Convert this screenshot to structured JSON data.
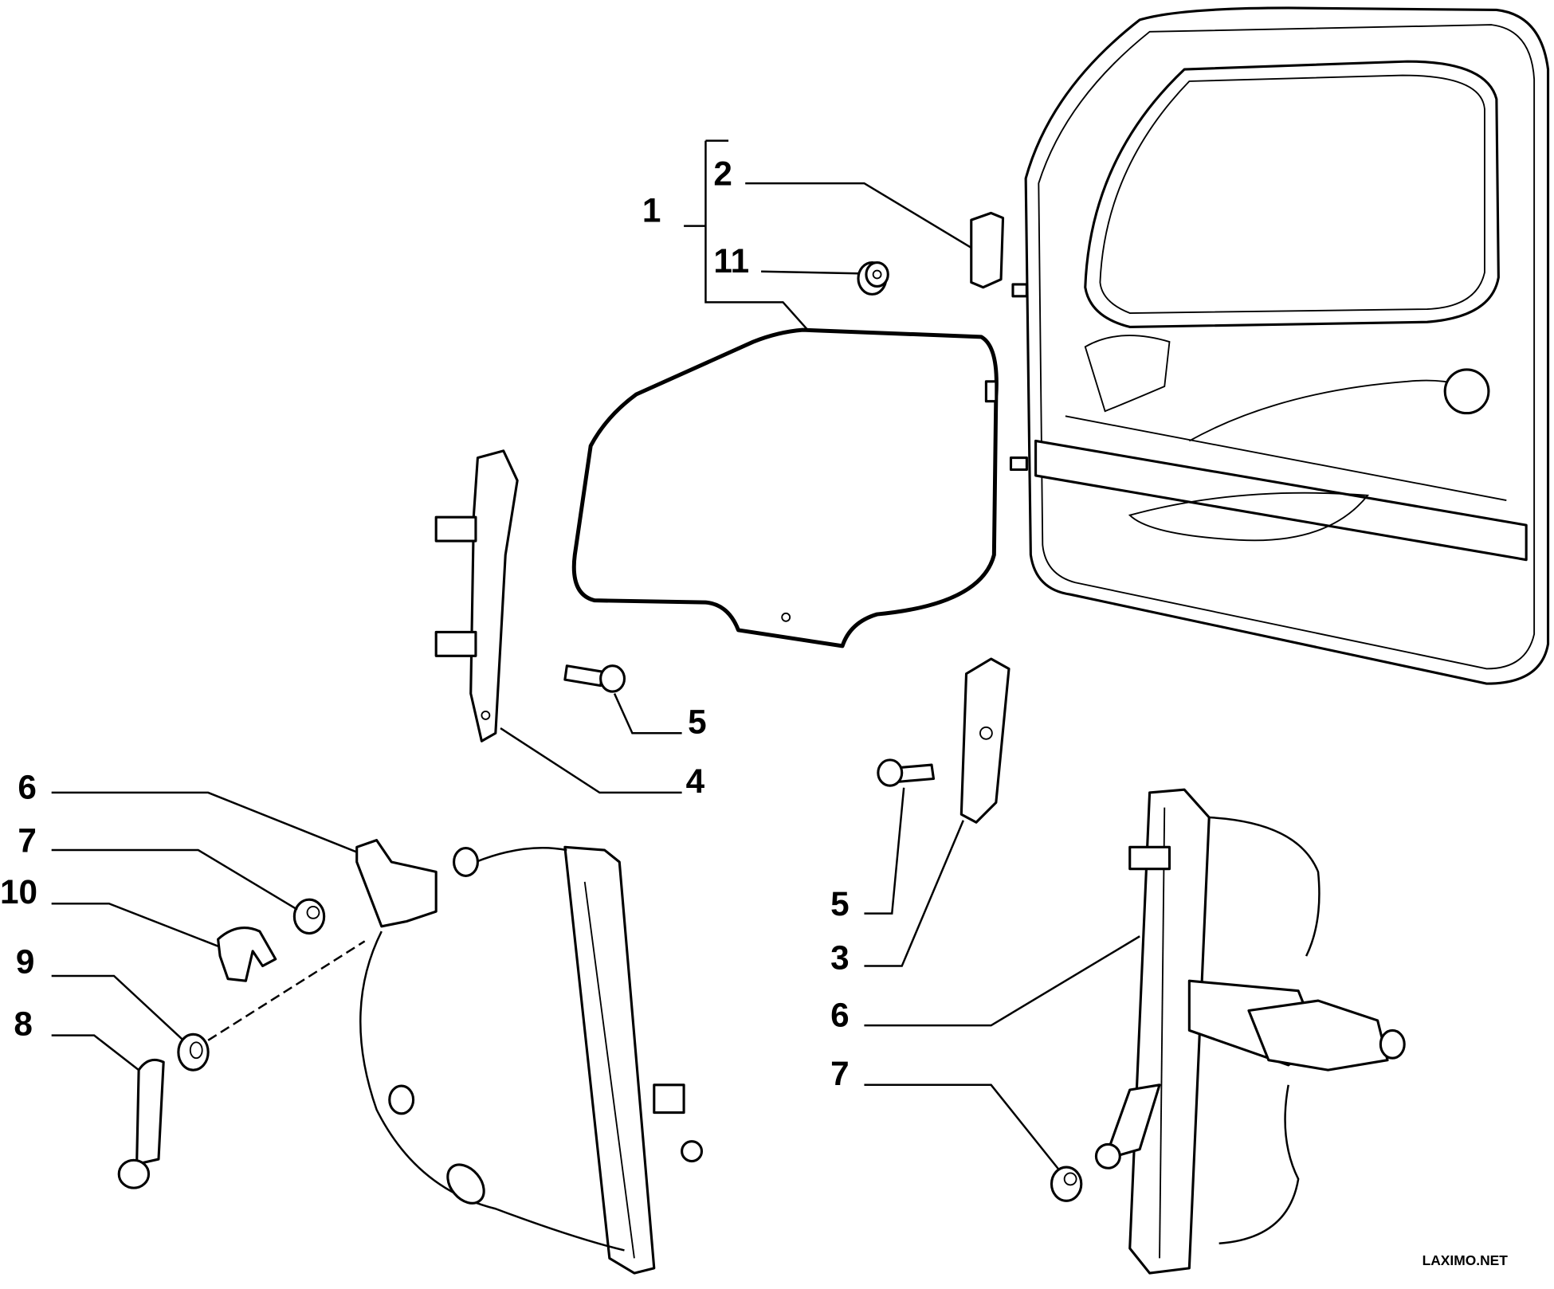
{
  "diagram": {
    "title": "Front door window glass and regulator",
    "callouts": {
      "glass_assembly": "1",
      "upper_clip": "2",
      "rear_guide_channel": "3",
      "front_guide_channel": "4",
      "bolt_upper": "5",
      "bolt_lower": "5",
      "manual_regulator": "6",
      "manual_regulator_nut": "7",
      "crank_handle": "8",
      "crank_washer": "9",
      "crank_clip": "10",
      "glass_bushing": "11",
      "electric_regulator": "6",
      "electric_regulator_nut": "7"
    },
    "watermark": "LAXIMO.NET"
  }
}
